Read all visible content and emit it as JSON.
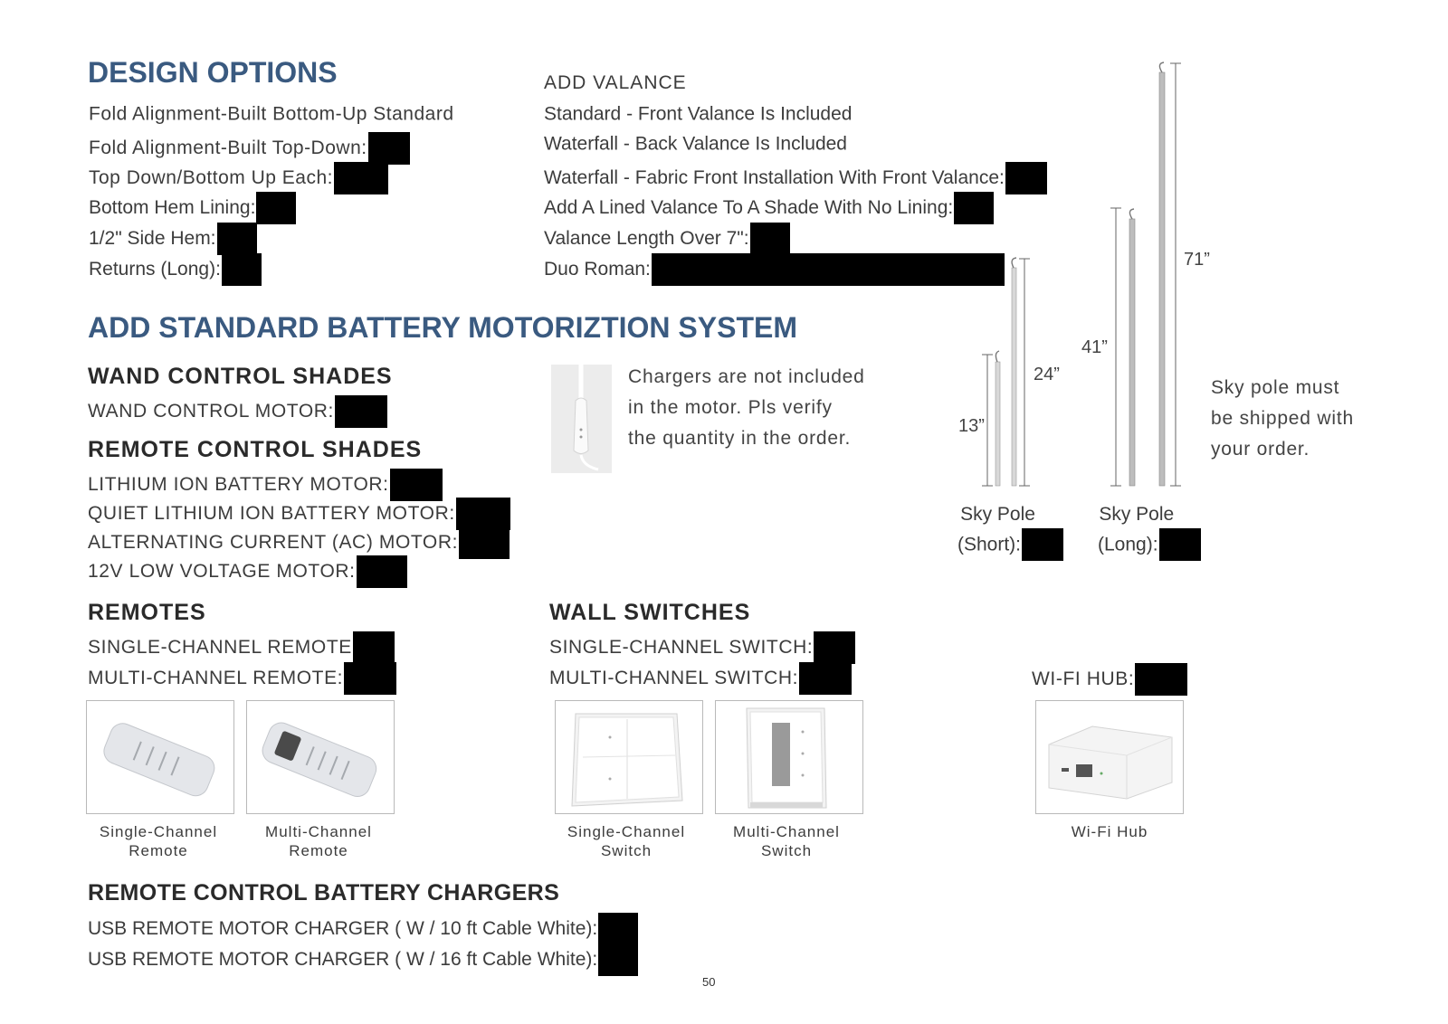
{
  "design_options": {
    "title": "DESIGN OPTIONS",
    "items": [
      {
        "label": "Fold Alignment-Built Bottom-Up Standard"
      },
      {
        "label": "Fold Alignment-Built Top-Down:"
      },
      {
        "label": "Top Down/Bottom Up Each:"
      },
      {
        "label": "Bottom Hem Lining:"
      },
      {
        "label": "1/2\" Side Hem:"
      },
      {
        "label": "Returns (Long):"
      }
    ]
  },
  "valance": {
    "title": "ADD VALANCE",
    "items": [
      {
        "label": "Standard - Front Valance Is Included"
      },
      {
        "label": "Waterfall - Back Valance Is Included"
      },
      {
        "label": "Waterfall - Fabric Front Installation With Front Valance:"
      },
      {
        "label": "Add A Lined Valance To A Shade With No Lining:"
      },
      {
        "label": "Valance Length Over 7\":"
      },
      {
        "label": "Duo Roman:"
      }
    ]
  },
  "motorization": {
    "title": "ADD STANDARD BATTERY MOTORIZTION SYSTEM",
    "wand": {
      "title": "WAND CONTROL SHADES",
      "items": [
        {
          "label": "WAND CONTROL MOTOR:"
        }
      ]
    },
    "remote": {
      "title": "REMOTE CONTROL SHADES",
      "items": [
        {
          "label": "LITHIUM ION BATTERY MOTOR:"
        },
        {
          "label": "QUIET LITHIUM ION BATTERY MOTOR:"
        },
        {
          "label": "ALTERNATING CURRENT (AC) MOTOR:"
        },
        {
          "label": "12V LOW VOLTAGE MOTOR:"
        }
      ]
    },
    "charger_note": [
      "Chargers are not included",
      "in the motor.  Pls verify",
      "the quantity in the order."
    ]
  },
  "sky_poles": {
    "dims": [
      "13”",
      "24”",
      "41”",
      "71”"
    ],
    "short_label": [
      "Sky Pole",
      "(Short):"
    ],
    "long_label": [
      "Sky Pole",
      "(Long):"
    ],
    "note": [
      "Sky pole must",
      "be shipped with",
      "your order."
    ]
  },
  "remotes": {
    "title": "REMOTES",
    "items": [
      {
        "label": "SINGLE-CHANNEL REMOTE"
      },
      {
        "label": "MULTI-CHANNEL REMOTE:"
      }
    ],
    "captions": [
      [
        "Single-Channel",
        "Remote"
      ],
      [
        "Multi-Channel",
        "Remote"
      ]
    ]
  },
  "switches": {
    "title": "WALL SWITCHES",
    "items": [
      {
        "label": "SINGLE-CHANNEL SWITCH:"
      },
      {
        "label": "MULTI-CHANNEL SWITCH:"
      }
    ],
    "captions": [
      [
        "Single-Channel",
        "Switch"
      ],
      [
        "Multi-Channel",
        "Switch"
      ]
    ]
  },
  "hub": {
    "label": "WI-FI HUB:",
    "caption": "Wi-Fi Hub"
  },
  "chargers": {
    "title": "REMOTE CONTROL BATTERY CHARGERS",
    "items": [
      {
        "label": "USB REMOTE MOTOR CHARGER ( W / 10 ft Cable White):"
      },
      {
        "label": "USB REMOTE MOTOR CHARGER ( W / 16 ft Cable White):"
      }
    ]
  },
  "page_number": "50"
}
